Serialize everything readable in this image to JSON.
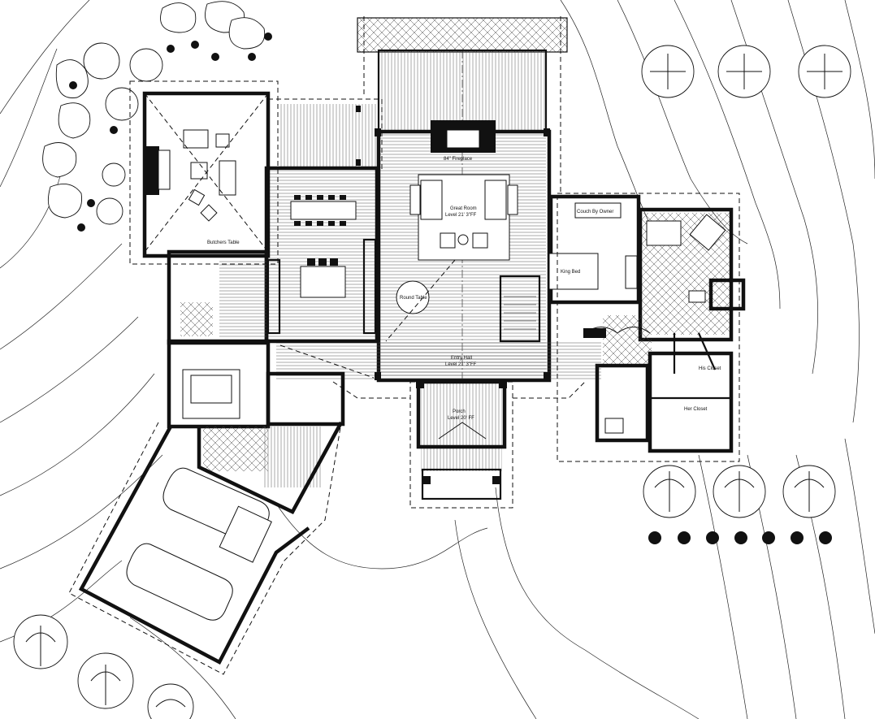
{
  "drawing": {
    "labels": {
      "great_room": "Great Room",
      "great_room_level": "Level 21' 3\"FF",
      "entry_hall": "Entry Hall",
      "entry_level": "Level 21' 3\"FF",
      "butchers_table": "Butchers Table",
      "his_closet": "His Closet",
      "her_closet": "Her Closet",
      "couch_note": "Couch By Owner",
      "bed_note": "King Bed",
      "round_table": "Round Table",
      "fireplace_note": "84\" Fireplace",
      "porch": "Porch",
      "porch_level": "Level 20' FF"
    }
  }
}
